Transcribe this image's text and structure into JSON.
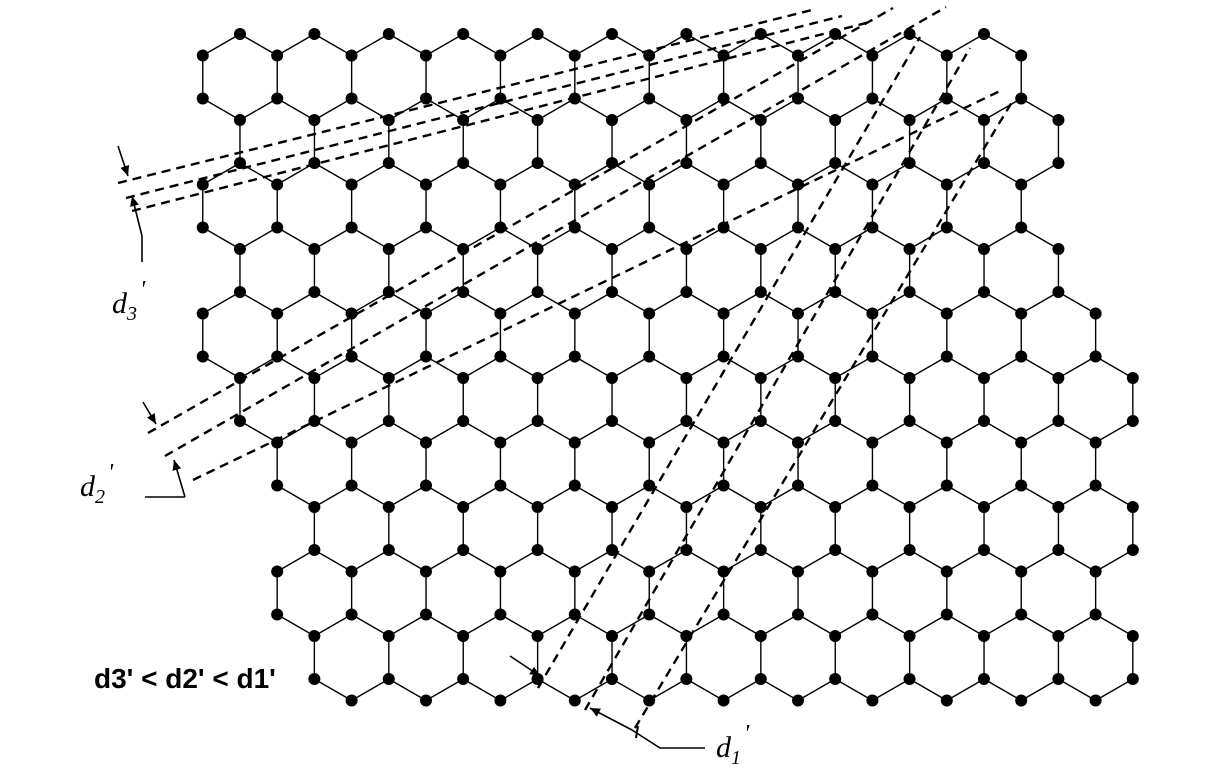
{
  "colors": {
    "background": "#ffffff",
    "ink": "#000000"
  },
  "labels": {
    "d3": {
      "base": "d",
      "sub": "3",
      "sup": "'"
    },
    "d2": {
      "base": "d",
      "sub": "2",
      "sup": "'"
    },
    "d1": {
      "base": "d",
      "sub": "1",
      "sup": "'"
    },
    "relation": "d3' < d2' < d1'"
  }
}
